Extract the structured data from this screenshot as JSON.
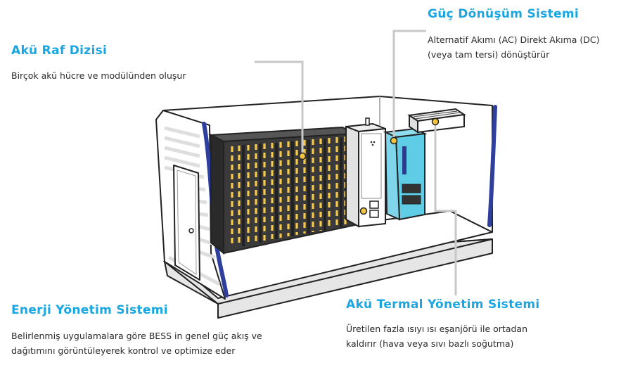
{
  "callouts": {
    "battery_rack": {
      "title": "Akü Raf Dizisi",
      "description": "Birçok akü hücre ve modülünden oluşur"
    },
    "power_conversion": {
      "title": "Güç Dönüşüm Sistemi",
      "description": "Alternatif Akımı (AC) Direkt Akıma (DC) (veya tam tersi) dönüştürür"
    },
    "energy_management": {
      "title": "Enerji Yönetim Sistemi",
      "description": "Belirlenmiş uygulamalara göre BESS in genel güç akış ve dağıtımını görüntüleyerek kontrol ve optimize eder"
    },
    "thermal_management": {
      "title": "Akü Termal Yönetim Sistemi",
      "description": "Üretilen fazla ısıyı ısı eşanjörü ile ortadan kaldırır (hava veya sıvı bazlı soğutma)"
    }
  },
  "colors": {
    "accent": "#1aa6e0",
    "container_edge": "#2e3f9e",
    "rack_dark": "#3a3a3a",
    "cell_yellow": "#f6c94a",
    "pcs_cyan": "#5fcde6",
    "marker": "#f5c542",
    "leader_line": "#c8c8c8"
  }
}
